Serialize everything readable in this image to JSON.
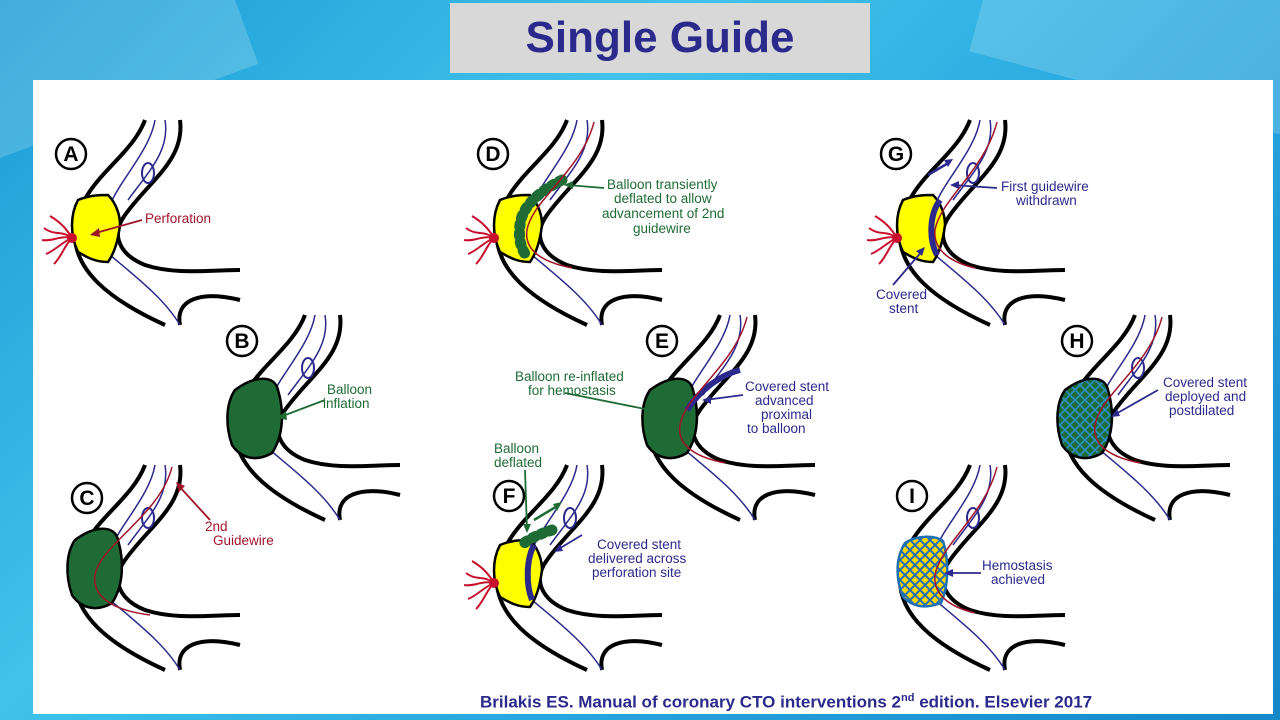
{
  "title": "Single Guide",
  "panels": {
    "A": {
      "letter": "A",
      "callout": "Perforation"
    },
    "B": {
      "letter": "B",
      "callout_l1": "Balloon",
      "callout_l2": "inflation"
    },
    "C": {
      "letter": "C",
      "callout_l1": "2nd",
      "callout_l2": "Guidewire"
    },
    "D": {
      "letter": "D",
      "callout_l1": "Balloon transiently",
      "callout_l2": "deflated to allow",
      "callout_l3": "advancement of 2nd",
      "callout_l4": "guidewire"
    },
    "E": {
      "letter": "E",
      "callout_a_l1": "Balloon re-inflated",
      "callout_a_l2": "for hemostasis",
      "callout_b_l1": "Covered stent",
      "callout_b_l2": "advanced",
      "callout_b_l3": "proximal",
      "callout_b_l4": "to balloon"
    },
    "F": {
      "letter": "F",
      "callout_a_l1": "Balloon",
      "callout_a_l2": "deflated",
      "callout_b_l1": "Covered stent",
      "callout_b_l2": "delivered across",
      "callout_b_l3": "perforation site"
    },
    "G": {
      "letter": "G",
      "callout_a_l1": "First guidewire",
      "callout_a_l2": "withdrawn",
      "callout_b_l1": "Covered",
      "callout_b_l2": "stent"
    },
    "H": {
      "letter": "H",
      "callout_l1": "Covered stent",
      "callout_l2": "deployed and",
      "callout_l3": "postdilated"
    },
    "I": {
      "letter": "I",
      "callout_l1": "Hemostasis",
      "callout_l2": "achieved"
    }
  },
  "citation": {
    "main": "Brilakis ES. Manual of coronary CTO interventions 2",
    "sup": "nd",
    "tail": " edition. Elsevier 2017"
  },
  "colors": {
    "title_text": "#2b2a8c",
    "balloon_yellow": "#ffff00",
    "balloon_green": "#1f6b35",
    "wire_blue": "#2b2a8c",
    "wire_red": "#b0182a",
    "label_red": "#a0142a",
    "label_green": "#1f6b35",
    "label_blue": "#2b2a8c"
  }
}
